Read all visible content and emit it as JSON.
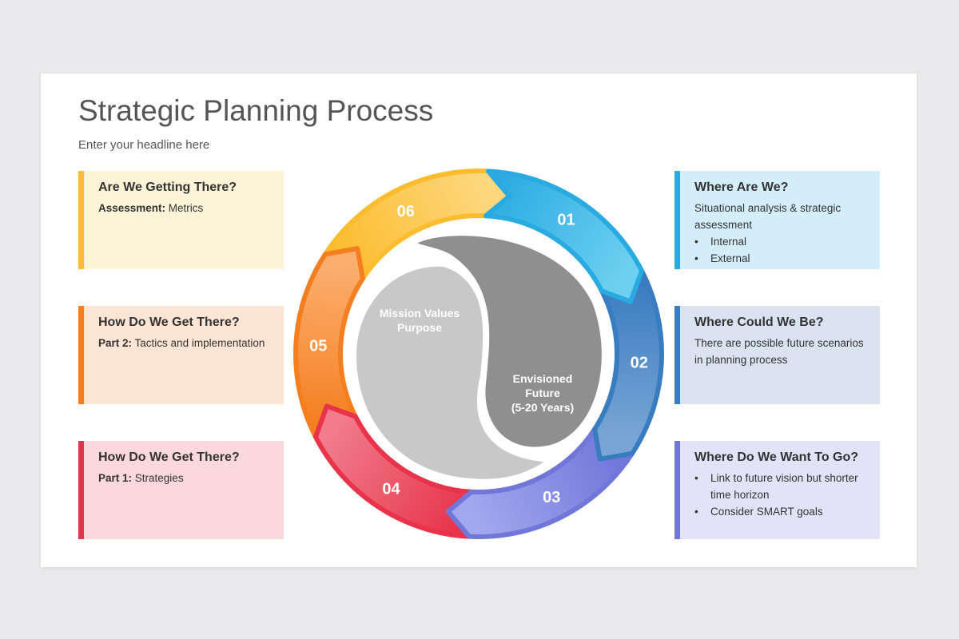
{
  "header": {
    "title": "Strategic Planning Process",
    "subtitle": "Enter your headline here"
  },
  "cycle": {
    "segments": [
      {
        "label": "01",
        "color": "#29abe2",
        "light": "#6dd0f0"
      },
      {
        "label": "02",
        "color": "#3a7cc0",
        "light": "#7aa6d6"
      },
      {
        "label": "03",
        "color": "#7077d9",
        "light": "#a3a8ee"
      },
      {
        "label": "04",
        "color": "#e8334a",
        "light": "#f07c8c"
      },
      {
        "label": "05",
        "color": "#f47f20",
        "light": "#fbae6e"
      },
      {
        "label": "06",
        "color": "#fbbd2e",
        "light": "#fdd77d"
      }
    ],
    "center_left": [
      "Mission Values",
      "Purpose"
    ],
    "center_right": [
      "Envisioned",
      "Future",
      "(5-20 Years)"
    ]
  },
  "cards": {
    "left": [
      {
        "title": "Are We Getting There?",
        "bold": "Assessment:",
        "text": " Metrics",
        "color": "#fbbd2e",
        "bg": "#fdf3d7"
      },
      {
        "title": "How Do We Get There?",
        "bold": "Part 2:",
        "text": " Tactics and implementation",
        "color": "#f47f20",
        "bg": "#fde5d5"
      },
      {
        "title": "How Do We Get There?",
        "bold": "Part 1:",
        "text": " Strategies",
        "color": "#e8334a",
        "bg": "#fbd8dd"
      }
    ],
    "right": [
      {
        "title": "Where Are We?",
        "text": "Situational analysis & strategic assessment",
        "bullets": [
          "Internal",
          "External"
        ],
        "color": "#29abe2",
        "bg": "#d3eef8"
      },
      {
        "title": "Where Could We Be?",
        "text": "There are possible future scenarios in planning process",
        "color": "#3a7cc0",
        "bg": "#d9e4f0"
      },
      {
        "title": "Where Do We Want To Go?",
        "bullets": [
          "Link to future vision but shorter time horizon",
          "Consider SMART goals"
        ],
        "color": "#7077d9",
        "bg": "#e3e3f8"
      }
    ]
  }
}
